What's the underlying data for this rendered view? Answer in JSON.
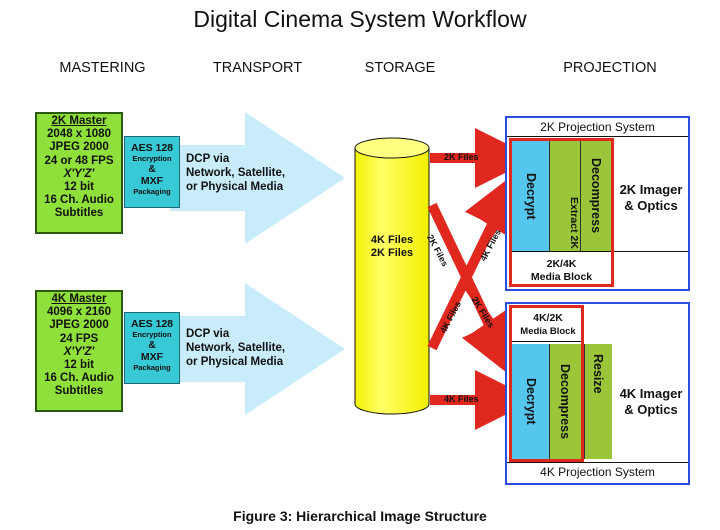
{
  "title": "Digital Cinema System Workflow",
  "columns": [
    "MASTERING",
    "TRANSPORT",
    "STORAGE",
    "PROJECTION"
  ],
  "masters": [
    {
      "heading": "2K Master",
      "lines": [
        "2048 x 1080",
        "JPEG 2000",
        "24 or 48 FPS",
        "X'Y'Z'",
        "12 bit",
        "16 Ch. Audio",
        "Subtitles"
      ]
    },
    {
      "heading": "4K Master",
      "lines": [
        "4096 x 2160",
        "JPEG 2000",
        "24 FPS",
        "X'Y'Z'",
        "12 bit",
        "16 Ch. Audio",
        "Subtitles"
      ]
    }
  ],
  "packaging": {
    "line1": "AES 128",
    "line2": "Encryption",
    "amp": "&",
    "line3": "MXF",
    "line4": "Packaging"
  },
  "transport": {
    "lines": [
      "DCP via",
      "Network, Satellite,",
      "or Physical Media"
    ]
  },
  "storage": {
    "lines": [
      "4K Files",
      "2K Files"
    ]
  },
  "flows": {
    "top_2k": "2K Files",
    "cross_2k_a": "2K Files",
    "cross_4k_a": "4K Files",
    "cross_4k_b": "4K Files",
    "cross_2k_b": "2K Files",
    "bottom_4k": "4K Files"
  },
  "projection_2k": {
    "label": "2K Projection System",
    "decrypt": "Decrypt",
    "extract": "Extract 2K",
    "decompress": "Decompress",
    "media_block": [
      "2K/4K",
      "Media Block"
    ],
    "imager": [
      "2K Imager",
      "& Optics"
    ]
  },
  "projection_4k": {
    "label": "4K Projection System",
    "media_block": [
      "4K/2K",
      "Media Block"
    ],
    "decrypt": "Decrypt",
    "decompress": "Decompress",
    "resize": "Resize",
    "imager": [
      "4K Imager",
      "& Optics"
    ]
  },
  "caption": "Figure 3: Hierarchical Image Structure",
  "colors": {
    "master_green": "#8fe03a",
    "packaging_cyan": "#37c9d6",
    "arrow_blue": "#c9ecfb",
    "cylinder_yellow": "#ffff1a",
    "flow_red": "#e0281e",
    "decrypt_blue": "#55c6ee",
    "stage_green": "#9cc63a",
    "projection_border": "#2b4ee0"
  }
}
